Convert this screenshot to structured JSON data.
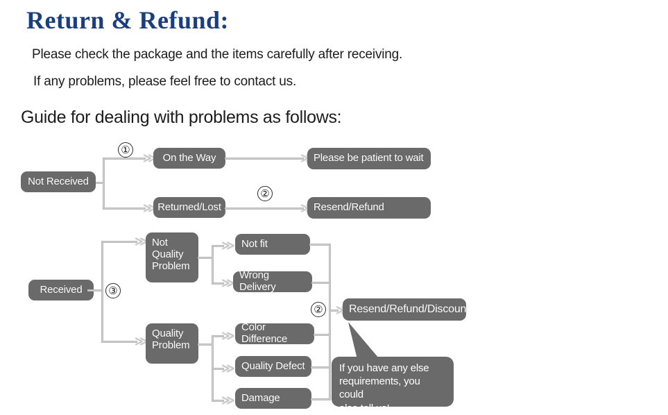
{
  "header": {
    "title": "Return & Refund:",
    "line1": "Please check the package and the items carefully after receiving.",
    "line2": "If any problems, please feel free to contact us.",
    "guide": "Guide for dealing with problems as follows:"
  },
  "colors": {
    "title": "#1b3f7d",
    "node_fill": "#6a6a6a",
    "node_text": "#ffffff",
    "connector": "#d2d2d2",
    "background": "#ffffff"
  },
  "steps": {
    "one": "①",
    "two_top": "②",
    "three": "③",
    "two_bottom": "②"
  },
  "arrow_glyph": "≫",
  "nodes": {
    "not_received": "Not Received",
    "on_the_way": "On the Way",
    "returned_lost": "Returned/Lost",
    "be_patient": "Please be patient to wait",
    "resend_refund": "Resend/Refund",
    "received": "Received",
    "not_quality_problem": "Not\nQuality\nProblem",
    "quality_problem": "Quality\nProblem",
    "not_fit": "Not fit",
    "wrong_delivery": "Wrong Delivery",
    "color_difference": "Color Difference",
    "quality_defect": "Quality Defect",
    "damage": "Damage",
    "resend_refund_discount": "Resend/Refund/Discount"
  },
  "callout": {
    "text": "If you have any else\nrequirements, you could\nalso tell us!"
  }
}
